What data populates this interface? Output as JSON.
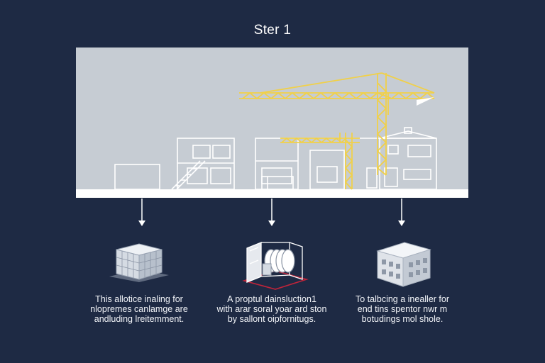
{
  "title": "Ster 1",
  "colors": {
    "background": "#1e2a44",
    "panel": "#c6ccd3",
    "crane": "#f0d04a",
    "building_line": "#ffffff",
    "accent_red": "#c0243a"
  },
  "scene": {
    "icons": [
      "tower-crane-icon",
      "building-outline-icon"
    ]
  },
  "steps": [
    {
      "icon": "modular-block-icon",
      "caption_lines": [
        "This allotice inaling for",
        "nlopremes canlamge are",
        "andluding lreitemment."
      ]
    },
    {
      "icon": "steel-frame-coil-icon",
      "caption_lines": [
        "A proptul dainsluction1",
        "with arar soral yoar ard ston",
        "by sallont oipfornitugs."
      ]
    },
    {
      "icon": "modular-building-icon",
      "caption_lines": [
        "To talbcing a inealler for",
        "end tins spentor nwr m",
        "botudings mol shole."
      ]
    }
  ]
}
